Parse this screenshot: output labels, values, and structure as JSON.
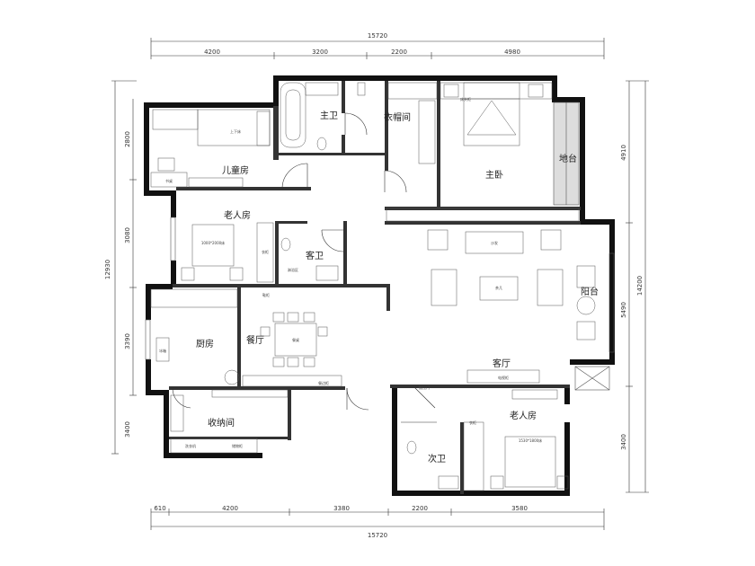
{
  "dimensions": {
    "top_total": "15720",
    "top": [
      "4200",
      "3200",
      "2200",
      "4980"
    ],
    "bottom": [
      "610",
      "4200",
      "3380",
      "2200",
      "3580"
    ],
    "bottom_total": "15720",
    "left_total": "12930",
    "left": [
      "2800",
      "3080",
      "3390",
      "3400"
    ],
    "right_outer": "14200",
    "right": [
      "4910",
      "5490",
      "3400"
    ]
  },
  "rooms": {
    "master_bath": "主卫",
    "walk_in_closet": "衣帽间",
    "master_bedroom": "主卧",
    "bay_platform": "地台",
    "kids_room": "儿童房",
    "elderly_room_top": "老人房",
    "guest_bath": "客卫",
    "balcony": "阳台",
    "kitchen": "厨房",
    "dining": "餐厅",
    "living": "客厅",
    "storage": "收纳间",
    "elderly_room_bottom": "老人房",
    "second_bath": "次卫"
  },
  "labels": {
    "bunk_bed": "上下床",
    "desk": "书桌",
    "bed_1000": "1000*2000床",
    "cabinet": "衣柜",
    "wardrobe": "衣柜",
    "nightstand": "床头柜",
    "tv_cabinet": "电视柜",
    "sofa": "沙发",
    "tea_table": "茶几",
    "dining_table": "餐桌",
    "fridge": "冰箱",
    "shower": "淋浴区",
    "sliding_door": "推拉门",
    "bed_1530": "1530*1800床",
    "shoe_cabinet": "鞋柜",
    "storage_cabinet": "储物柜",
    "washer": "洗衣机",
    "sideboard": "餐边柜"
  }
}
